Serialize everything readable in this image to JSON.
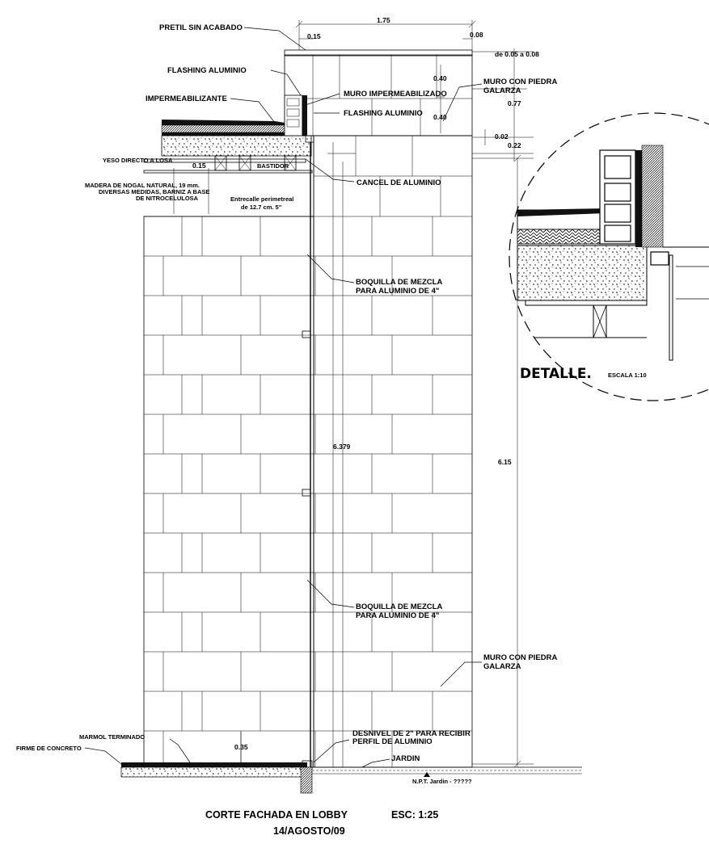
{
  "labels": {
    "pretil": "PRETIL SIN ACABADO",
    "flashing_top": "FLASHING ALUMINIO",
    "impermeabilizante": "IMPERMEABILIZANTE",
    "muro_imp": "MURO IMPERMEABILIZADO",
    "flashing_mid": "FLASHING ALUMINIO",
    "muro_piedra_top_1": "MURO CON PIEDRA",
    "muro_piedra_top_2": "GALARZA",
    "yeso": "YESO DIRECTO A LOSA",
    "bastidor": "BASTIDOR",
    "madera_1": "MADERA DE NOGAL NATURAL, 19 mm.",
    "madera_2": "DIVERSAS MEDIDAS, BARNIZ A BASE",
    "madera_3": "DE NITROCELULOSA",
    "entrecalle_1": "Entrecalle perimetreal",
    "entrecalle_2": "de 12.7 cm. 5\"",
    "cancel": "CANCEL DE ALUMINIO",
    "boquilla1_1": "BOQUILLA DE MEZCLA",
    "boquilla1_2": "PARA ALUMINIO DE 4\"",
    "boquilla2_1": "BOQUILLA DE MEZCLA",
    "boquilla2_2": "PARA ALUMINIO DE 4\"",
    "muro_piedra_bot_1": "MURO CON PIEDRA",
    "muro_piedra_bot_2": "GALARZA",
    "marmol": "MARMOL TERMINADO",
    "firme": "FIRME DE CONCRETO",
    "desnivel_1": "DESNIVEL DE 2\" PARA RECIBIR",
    "desnivel_2": "PERFIL DE ALUMINIO",
    "jardin": "JARDIN",
    "npt": "N.P.T. Jardin - ?????"
  },
  "dimensions": {
    "d175": "1.75",
    "d015_top": "0.15",
    "d008": "0.08",
    "d005": "de 0.05 a 0.08",
    "d040a": "0.40",
    "d040b": "0.40",
    "d077": "0.77",
    "d002": "0.02",
    "d022": "0.22",
    "d015_side": "0.15",
    "d6379": "6.379",
    "d615": "6.15",
    "d035": "0.35"
  },
  "detail": {
    "title": "DETALLE.",
    "scale": "ESCALA 1:10"
  },
  "title": {
    "line1": "CORTE FACHADA EN LOBBY",
    "scale": "ESC: 1:25",
    "date": "14/AGOSTO/09"
  }
}
